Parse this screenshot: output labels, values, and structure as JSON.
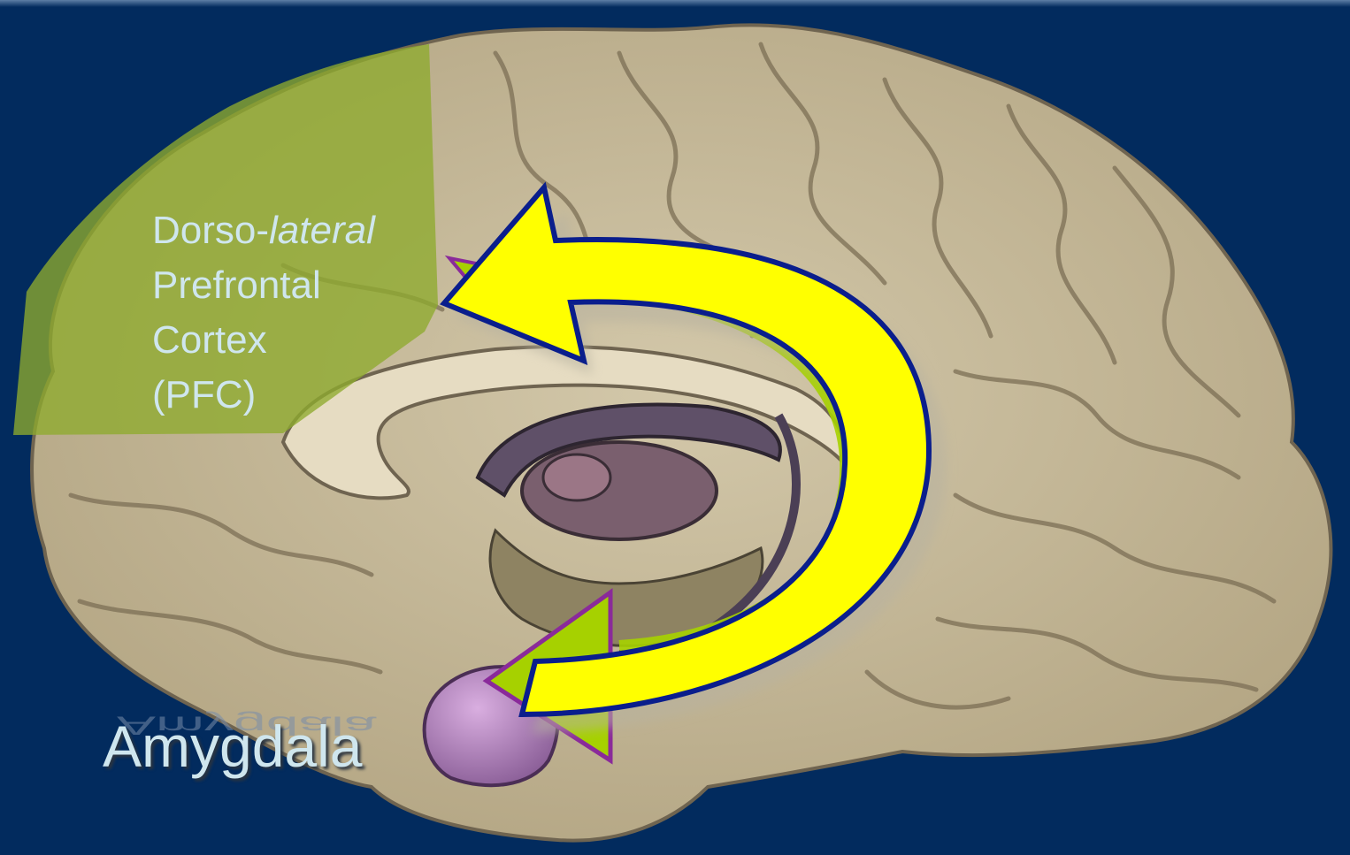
{
  "labels": {
    "pfc_line1_prefix": "Dorso-",
    "pfc_line1_italic": "lateral",
    "pfc_line2": "Prefrontal",
    "pfc_line3": "Cortex",
    "pfc_line4": "(PFC)",
    "amygdala": "Amygdala"
  },
  "colors": {
    "background": "#022b5e",
    "brain": "#c8bb9a",
    "pfc_overlay": "#8eaa2e",
    "arrow_fill": "#ffff00",
    "arrow_outline": "#0a1e8c",
    "inhibit_arrow": "#a6d100",
    "inhibit_outline": "#8a2a9a",
    "amygdala": "#b987c4",
    "text": "#cfe6ee"
  }
}
